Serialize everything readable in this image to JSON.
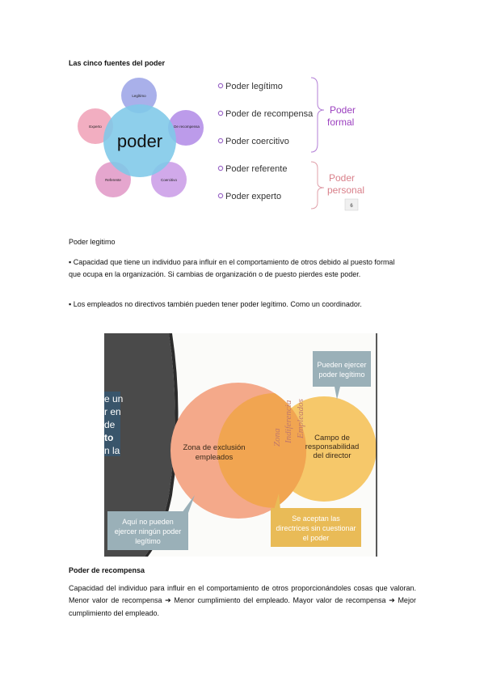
{
  "section1": {
    "heading": "Las cinco fuentes del poder"
  },
  "diagram1": {
    "center": "poder",
    "circles": [
      "Legítimo",
      "De recompensa",
      "Coercitivo",
      "Referente",
      "Experto"
    ],
    "list": [
      "Poder legítimo",
      "Poder de recompensa",
      "Poder coercitivo",
      "Poder referente",
      "Poder experto"
    ],
    "group_formal": [
      "Poder",
      "formal"
    ],
    "group_personal": [
      "Poder",
      "personal"
    ],
    "slide_number": "6",
    "colors": {
      "formal": "#9b3fbf",
      "personal": "#d9808a",
      "bullet": "#9b67c7"
    }
  },
  "section2": {
    "heading": "Poder legitimo",
    "bullet1": "▪ Capacidad que tiene un individuo para influir en el comportamiento de otros debido al puesto formal que ocupa en la organización. Si cambias de organización o de puesto pierdes este poder.",
    "bullet2": "▪ Los empleados no directivos también pueden tener poder legítimo. Como un coordinador."
  },
  "diagram2": {
    "zona_exclusion": [
      "Zona de exclusión",
      "empleados"
    ],
    "campo": [
      "Campo de",
      "responsabilidad",
      "del director"
    ],
    "zona_indiferencia": [
      "Zona",
      "Indiferencia",
      "Empleados"
    ],
    "callout_top": [
      "Pueden ejercer",
      "poder legítimo"
    ],
    "callout_left": [
      "Aquí no pueden",
      "ejercer ningún poder",
      "legítimo"
    ],
    "callout_right": [
      "Se aceptan las",
      "directrices sin cuestionar",
      "el poder"
    ],
    "side_text": [
      "e un",
      "r en",
      "de",
      "to",
      "n la"
    ],
    "colors": {
      "exclusion": "#f4a98a",
      "campo": "#f6c86a",
      "callout_blue": "#9ab0b8",
      "callout_gold": "#e9bb57"
    }
  },
  "section3": {
    "heading": "Poder de recompensa",
    "para_prefix": "Capacidad del individuo para influir en el comportamiento de otros proporcionándoles cosas que valoran. Menor valor de recompensa",
    "para_mid1": "Menor cumplimiento del empleado. Mayor valor de recompensa",
    "para_end": "Mejor cumplimiento del empleado.",
    "arrow": "➔"
  }
}
